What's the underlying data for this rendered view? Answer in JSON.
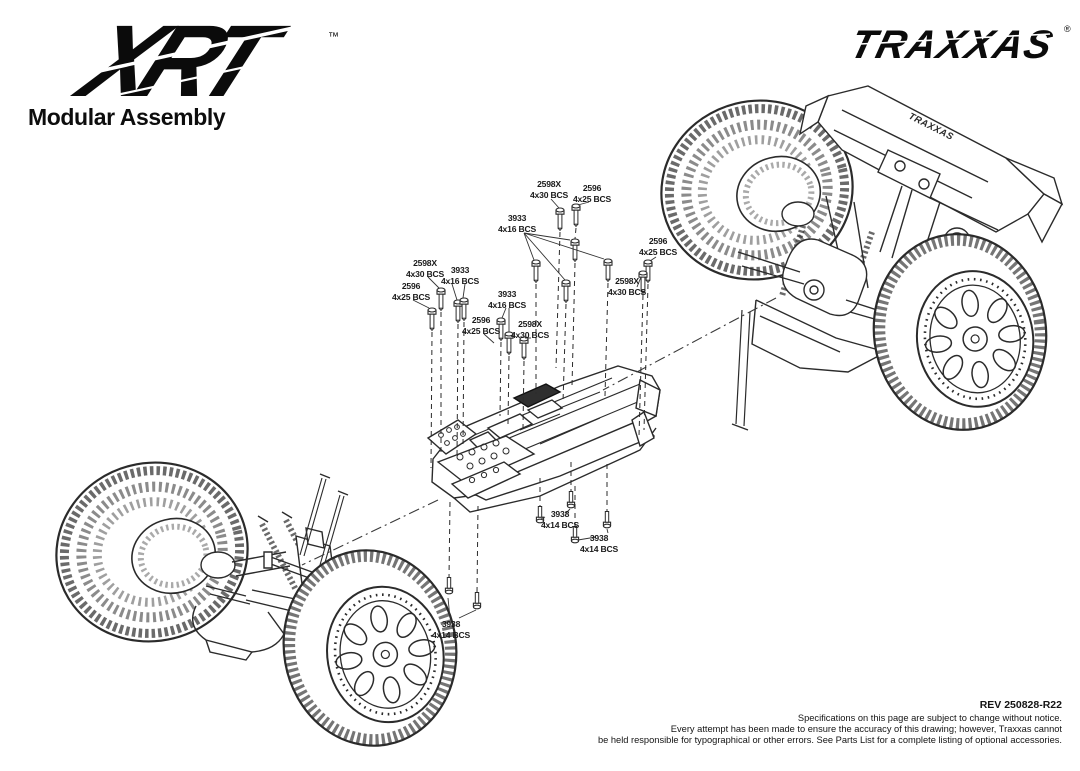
{
  "header": {
    "xrt_logo": "XRT",
    "xrt_trademark": "™",
    "traxxas_logo": "TRAXXAS",
    "traxxas_registered": "®",
    "page_title": "Modular Assembly"
  },
  "diagram": {
    "wing_logo_text": "TRAXXAS"
  },
  "callouts": [
    {
      "part": "2598X",
      "spec": "4x30 BCS"
    },
    {
      "part": "2596",
      "spec": "4x25 BCS"
    },
    {
      "part": "3933",
      "spec": "4x16 BCS"
    },
    {
      "part": "2596",
      "spec": "4x25 BCS"
    },
    {
      "part": "2598X",
      "spec": "4x30 BCS"
    },
    {
      "part": "2598X",
      "spec": "4x30 BCS"
    },
    {
      "part": "3933",
      "spec": "4x16 BCS"
    },
    {
      "part": "2596",
      "spec": "4x25 BCS"
    },
    {
      "part": "3933",
      "spec": "4x16 BCS"
    },
    {
      "part": "2596",
      "spec": "4x25 BCS"
    },
    {
      "part": "2598X",
      "spec": "4x30 BCS"
    },
    {
      "part": "3938",
      "spec": "4x14 BCS"
    },
    {
      "part": "3938",
      "spec": "4x14 BCS"
    },
    {
      "part": "3938",
      "spec": "4x14 BCS"
    }
  ],
  "footer": {
    "rev": "REV 250828-R22",
    "line1": "Specifications on this page are subject to change without notice.",
    "line2": "Every attempt has been made to ensure the accuracy of this drawing; however, Traxxas cannot",
    "line3": "be held responsible for typographical or other errors. See Parts List for a complete listing of optional accessories."
  },
  "colors": {
    "ink": "#2b2b2b",
    "pad_fill": "#2f2f2f",
    "background": "#ffffff"
  }
}
